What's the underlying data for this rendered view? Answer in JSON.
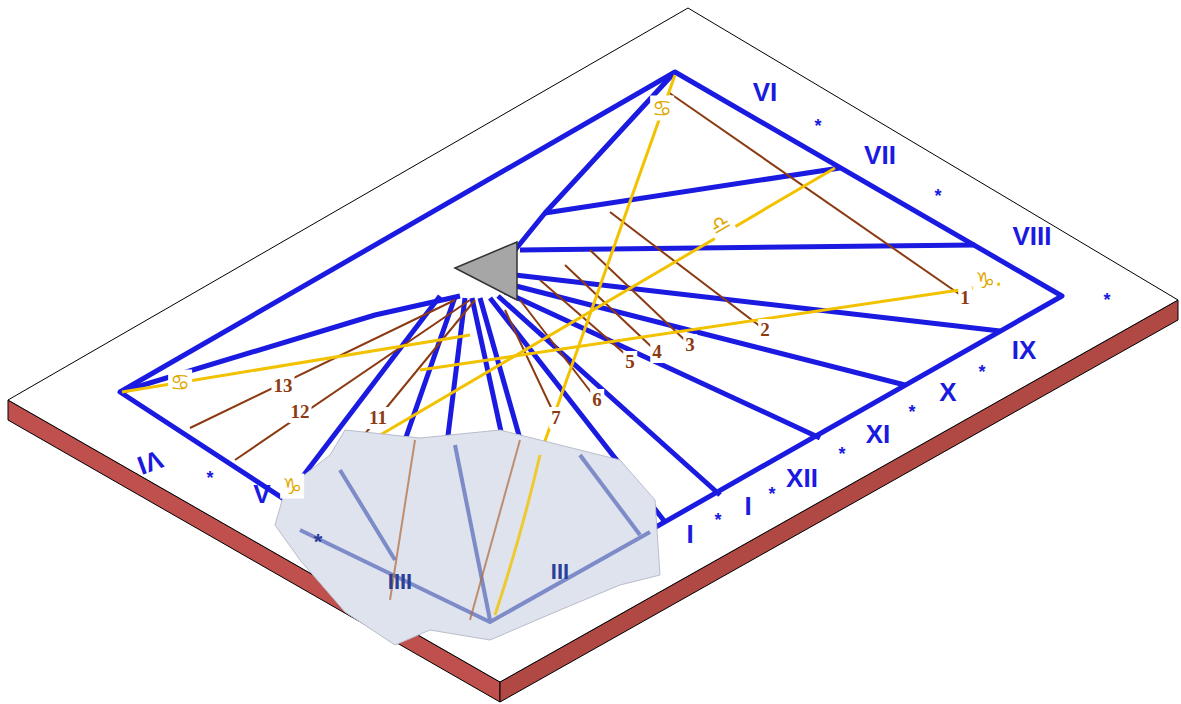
{
  "diagram": {
    "labels": [
      "VI",
      "*",
      "VII",
      "*",
      "VIII",
      "*",
      "IX",
      "*",
      "X",
      "*",
      "XI",
      "*",
      "XII",
      "*",
      "I",
      "*",
      "I",
      "VI",
      "*",
      "V",
      "IIII",
      "*",
      "III",
      "1",
      "2",
      "3",
      "4",
      "5",
      "6",
      "7",
      "13",
      "12",
      "11",
      "♋",
      "♋",
      "♑",
      "♑",
      "♎"
    ]
  }
}
